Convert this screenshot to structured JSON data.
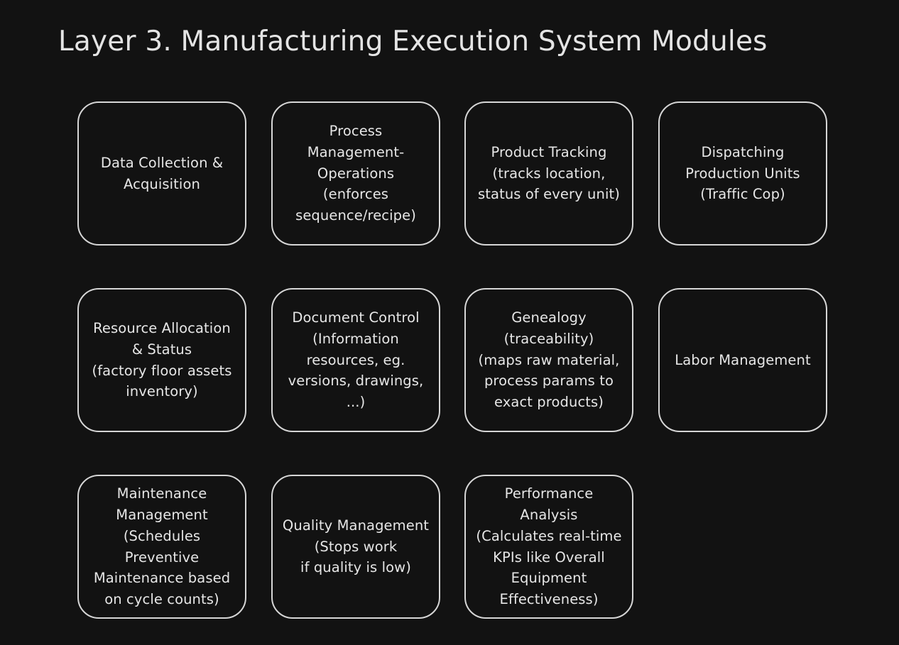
{
  "title": "Layer 3. Manufacturing Execution System Modules",
  "modules": [
    {
      "label": "Data Collection &\nAcquisition"
    },
    {
      "label": "Process\nManagement-\nOperations\n(enforces\nsequence/recipe)"
    },
    {
      "label": "Product Tracking\n(tracks location,\nstatus of every unit)"
    },
    {
      "label": "Dispatching\nProduction Units\n(Traffic Cop)"
    },
    {
      "label": "Resource Allocation\n& Status\n(factory floor assets\ninventory)"
    },
    {
      "label": "Document Control\n(Information\nresources, eg.\nversions, drawings,\n...)"
    },
    {
      "label": "Genealogy\n(traceability)\n(maps raw material,\nprocess params to\nexact products)"
    },
    {
      "label": "Labor Management"
    },
    {
      "label": "Maintenance\nManagement\n(Schedules\nPreventive\nMaintenance based\non cycle counts)"
    },
    {
      "label": "Quality Management\n(Stops work\nif quality is low)"
    },
    {
      "label": "Performance\nAnalysis\n(Calculates real-time\nKPIs like Overall\nEquipment\nEffectiveness)"
    }
  ]
}
